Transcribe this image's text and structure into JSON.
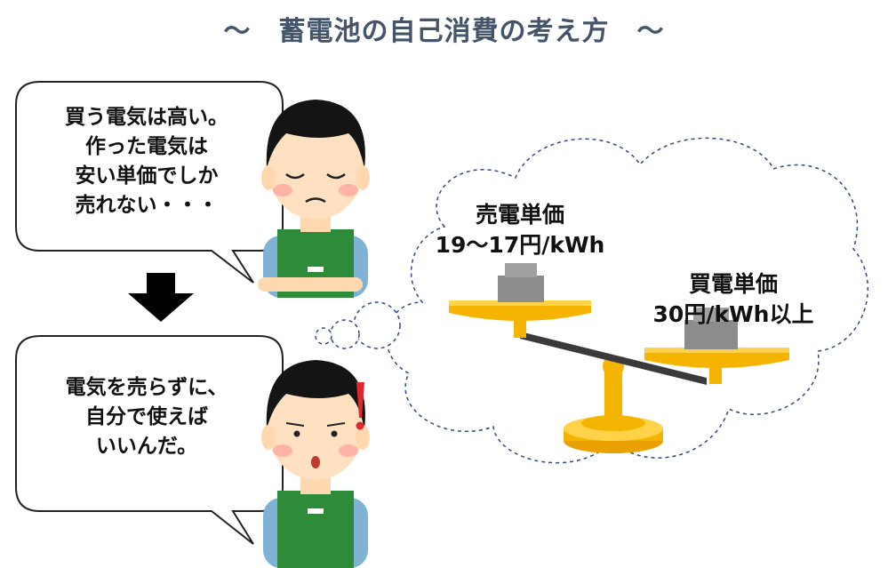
{
  "title": "〜　蓄電池の自己消費の考え方　〜",
  "bubble_top": [
    "買う電気は高い。",
    "作った電気は",
    "安い単価でしか",
    "売れない・・・"
  ],
  "bubble_bottom": [
    "電気を売らずに、",
    "自分で使えば",
    "いいんだ。"
  ],
  "sell_price": {
    "label": "売電単価",
    "value": "19〜17円/kWh"
  },
  "buy_price": {
    "label": "買電単価",
    "value": "30円/kWh以上"
  },
  "colors": {
    "title": "#44546a",
    "arrow": "#000000",
    "balance": "#f4b400",
    "apron": "#2e8b3a",
    "shirt": "#7fb3d5",
    "exclaim": "#e0262f"
  },
  "icons": [
    "down-arrow-icon",
    "exclamation-icon",
    "balance-scale-icon",
    "thought-cloud-icon"
  ]
}
